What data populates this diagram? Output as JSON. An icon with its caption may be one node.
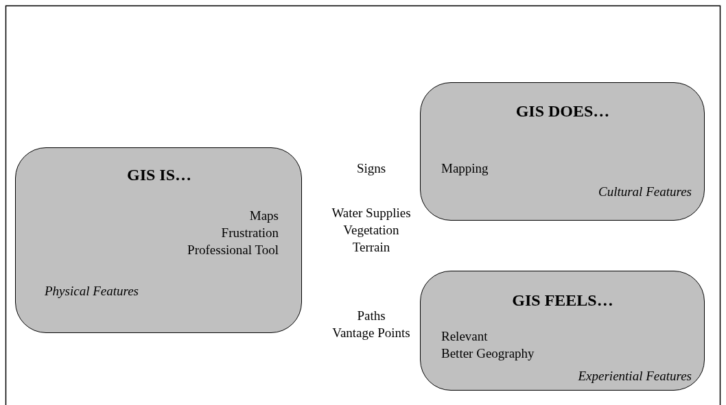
{
  "diagram": {
    "nodes": [
      {
        "text": [
          "GIS IS…",
          "Maps",
          "Frustration",
          "Professional Tool",
          "Physical Features"
        ]
      },
      {
        "text": [
          "GIS DOES…",
          "Mapping",
          "Cultural Features"
        ]
      },
      {
        "text": [
          "GIS FEELS…",
          "Relevant",
          "Better Geography",
          "Experiential Features"
        ]
      }
    ],
    "labels": [
      "Signs",
      "Water Supplies",
      "Vegetation",
      "Terrain",
      "Paths",
      "Vantage Points"
    ]
  }
}
